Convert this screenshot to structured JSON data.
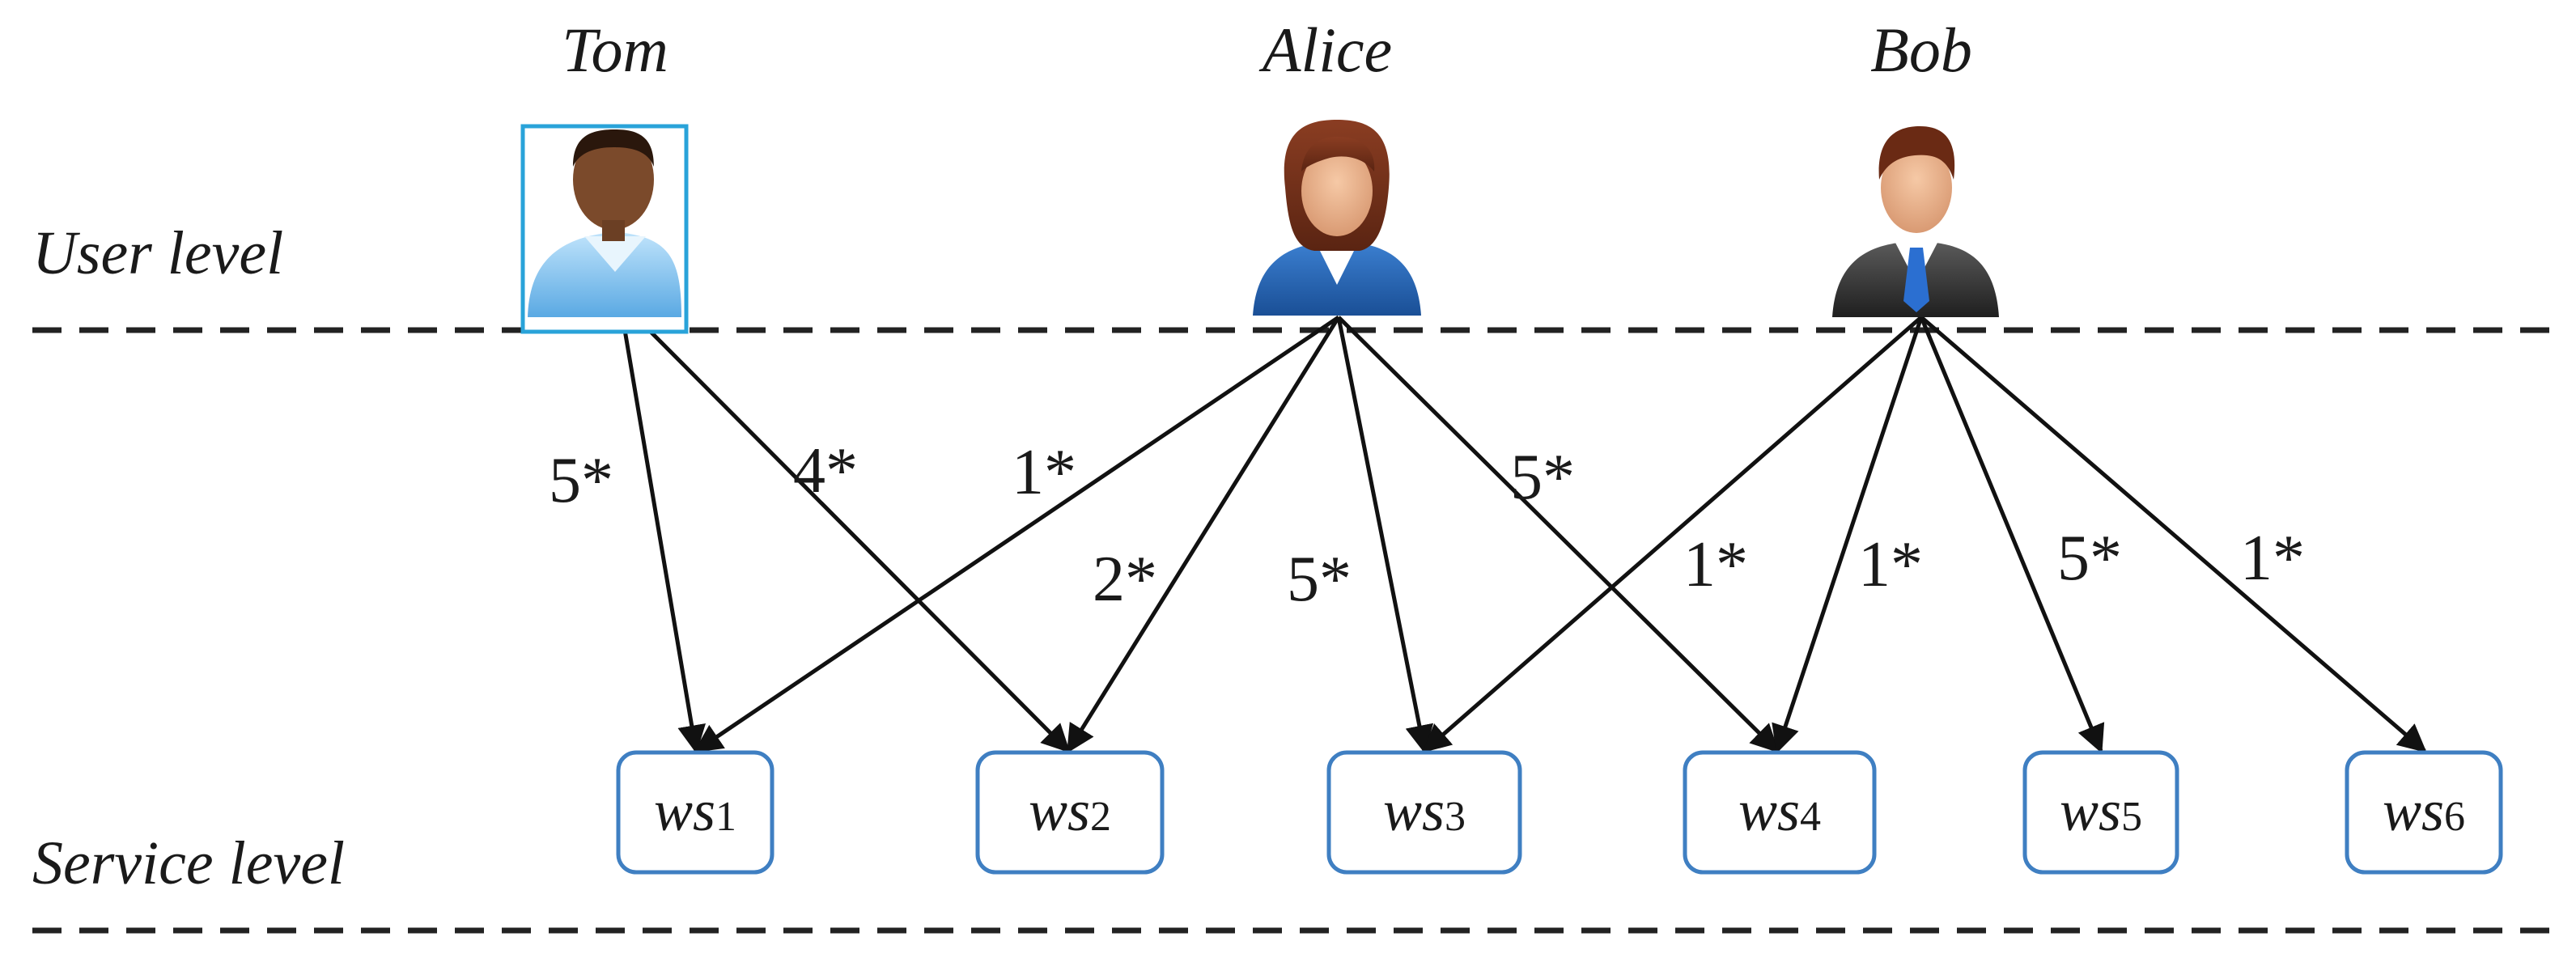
{
  "levels": {
    "user": "User level",
    "service": "Service level"
  },
  "users": [
    {
      "id": "tom",
      "name": "Tom",
      "icon": "user-casual-icon",
      "selected": true
    },
    {
      "id": "alice",
      "name": "Alice",
      "icon": "user-woman-icon",
      "selected": false
    },
    {
      "id": "bob",
      "name": "Bob",
      "icon": "user-businessman-icon",
      "selected": false
    }
  ],
  "services": [
    {
      "id": "ws1",
      "main": "ws",
      "sub": "1"
    },
    {
      "id": "ws2",
      "main": "ws",
      "sub": "2"
    },
    {
      "id": "ws3",
      "main": "ws",
      "sub": "3"
    },
    {
      "id": "ws4",
      "main": "ws",
      "sub": "4"
    },
    {
      "id": "ws5",
      "main": "ws",
      "sub": "5"
    },
    {
      "id": "ws6",
      "main": "ws",
      "sub": "6"
    }
  ],
  "ratings": [
    {
      "from": "tom",
      "to": "ws1",
      "label": "5*"
    },
    {
      "from": "tom",
      "to": "ws2",
      "label": "4*"
    },
    {
      "from": "alice",
      "to": "ws1",
      "label": "1*"
    },
    {
      "from": "alice",
      "to": "ws2",
      "label": "2*"
    },
    {
      "from": "alice",
      "to": "ws3",
      "label": "5*"
    },
    {
      "from": "alice",
      "to": "ws4",
      "label": "5*"
    },
    {
      "from": "bob",
      "to": "ws3",
      "label": "1*"
    },
    {
      "from": "bob",
      "to": "ws4",
      "label": "1*"
    },
    {
      "from": "bob",
      "to": "ws5",
      "label": "5*"
    },
    {
      "from": "bob",
      "to": "ws6",
      "label": "1*"
    }
  ],
  "colors": {
    "box_border": "#3f7fc2",
    "selection_border": "#29a3d9",
    "line": "#111111",
    "dash": "#222222"
  }
}
